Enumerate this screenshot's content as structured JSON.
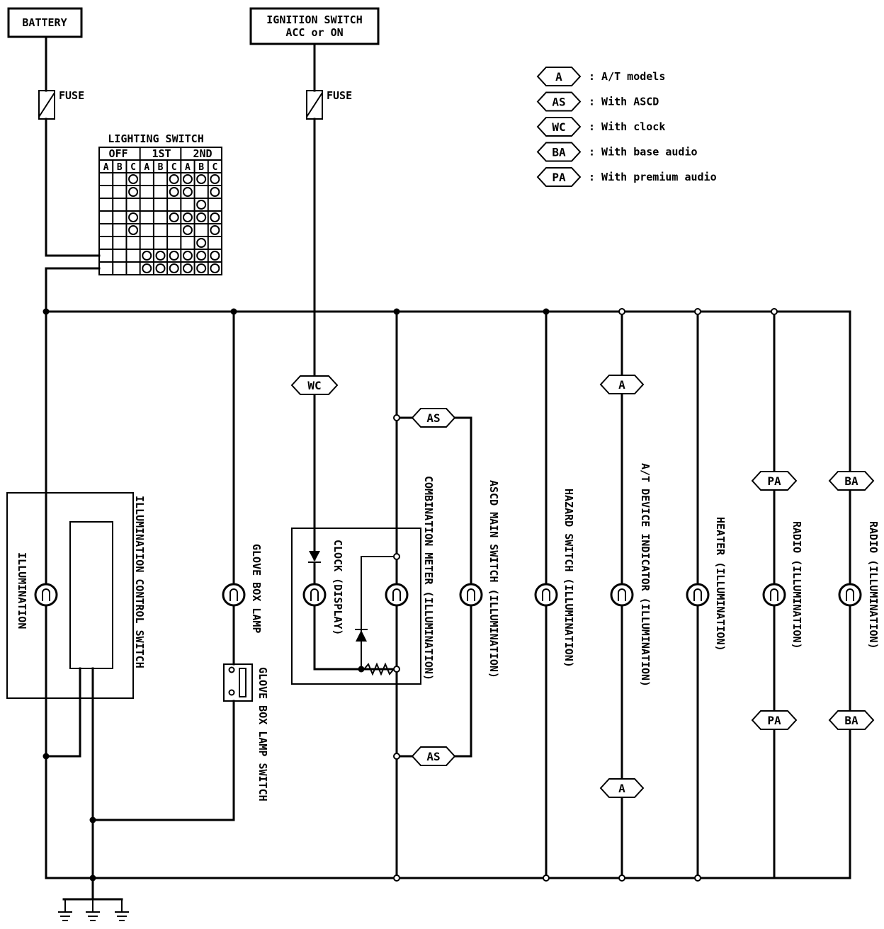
{
  "power_sources": {
    "battery": "BATTERY",
    "ignition_line1": "IGNITION SWITCH",
    "ignition_line2": "ACC or ON"
  },
  "fuse_label": "FUSE",
  "lighting_switch": {
    "title": "LIGHTING SWITCH",
    "positions": [
      "OFF",
      "1ST",
      "2ND"
    ],
    "columns": [
      "A",
      "B",
      "C",
      "A",
      "B",
      "C",
      "A",
      "B",
      "C"
    ]
  },
  "legend": [
    {
      "code": "A",
      "text": ": A/T models"
    },
    {
      "code": "AS",
      "text": ": With ASCD"
    },
    {
      "code": "WC",
      "text": ": With clock"
    },
    {
      "code": "BA",
      "text": ": With base audio"
    },
    {
      "code": "PA",
      "text": ": With premium audio"
    }
  ],
  "components": {
    "illumination": "ILLUMINATION",
    "illumination_control_switch": "ILLUMINATION CONTROL SWITCH",
    "glove_box_lamp": "GLOVE BOX LAMP",
    "glove_box_lamp_switch": "GLOVE BOX LAMP SWITCH",
    "clock_display": "CLOCK (DISPLAY)",
    "combination_meter": "COMBINATION METER (ILLUMINATION)",
    "ascd_main_switch": "ASCD MAIN SWITCH (ILLUMINATION)",
    "hazard_switch": "HAZARD SWITCH (ILLUMINATION)",
    "at_device_indicator": "A/T DEVICE INDICATOR (ILLUMINATION)",
    "heater": "HEATER (ILLUMINATION)",
    "radio_premium": "RADIO (ILLUMINATION)",
    "radio_base": "RADIO (ILLUMINATION)"
  },
  "connector_tags": {
    "wc": "WC",
    "as": "AS",
    "a": "A",
    "pa": "PA",
    "ba": "BA"
  }
}
